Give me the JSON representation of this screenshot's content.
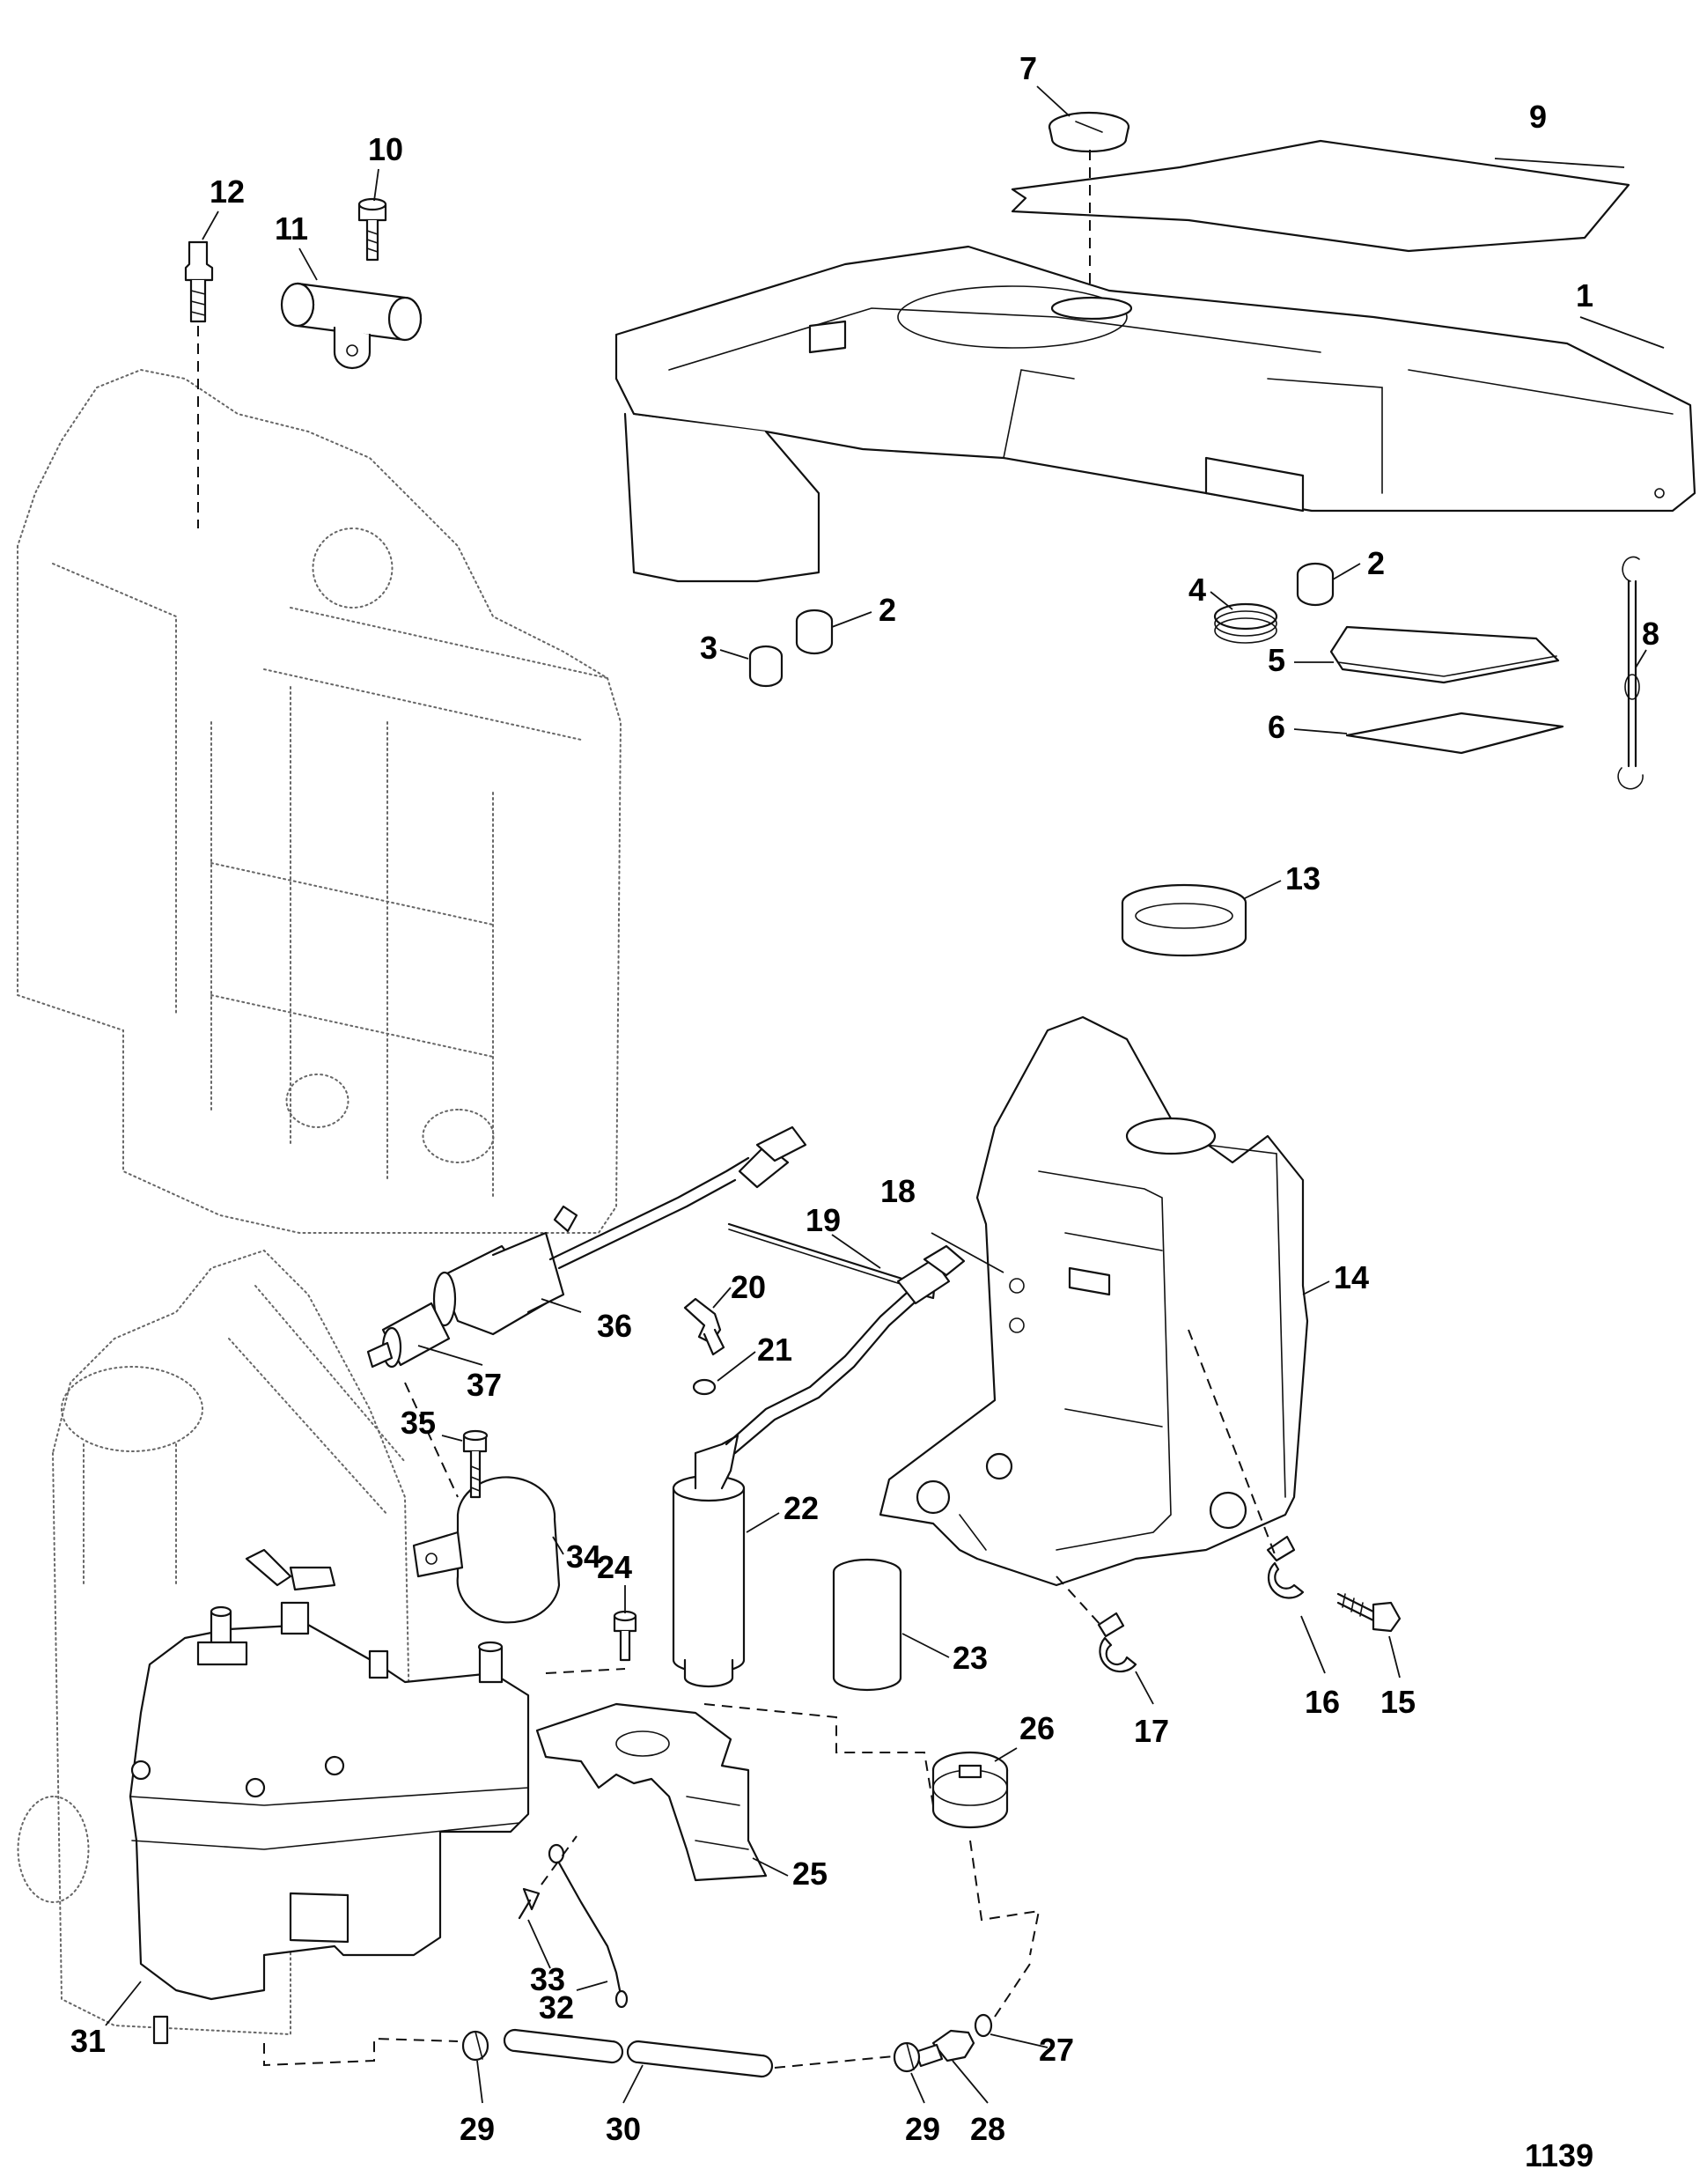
{
  "figure_number": "1139",
  "callouts": [
    "1",
    "2",
    "2",
    "3",
    "4",
    "5",
    "6",
    "7",
    "8",
    "9",
    "10",
    "11",
    "12",
    "13",
    "14",
    "15",
    "16",
    "17",
    "18",
    "19",
    "20",
    "21",
    "22",
    "23",
    "24",
    "25",
    "26",
    "27",
    "28",
    "29",
    "29",
    "30",
    "31",
    "32",
    "33",
    "34",
    "35",
    "36",
    "37"
  ]
}
